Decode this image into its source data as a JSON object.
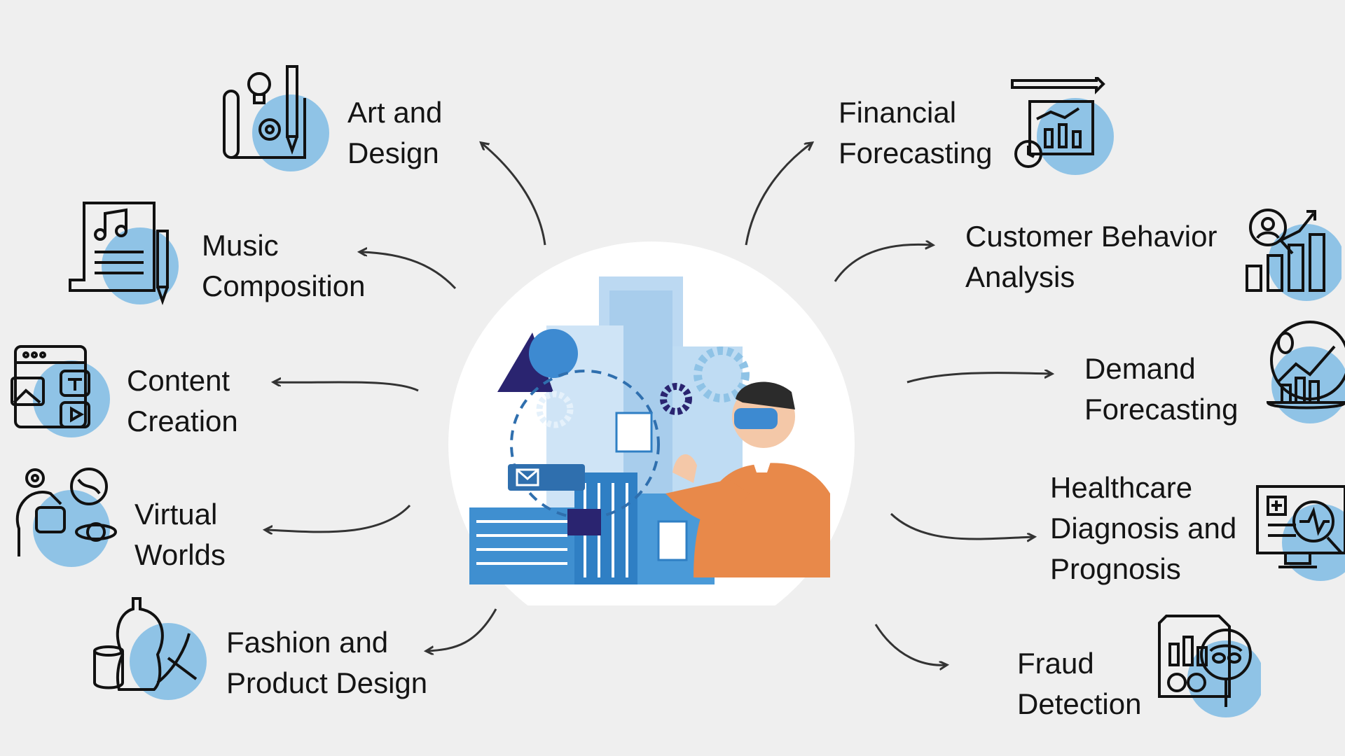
{
  "items": [
    {
      "id": "art",
      "lines": [
        "Art and",
        "Design"
      ],
      "icon": "art-design-icon"
    },
    {
      "id": "music",
      "lines": [
        "Music",
        "Composition"
      ],
      "icon": "music-sheet-icon"
    },
    {
      "id": "content",
      "lines": [
        "Content",
        "Creation"
      ],
      "icon": "content-media-icon"
    },
    {
      "id": "virtual",
      "lines": [
        "Virtual",
        "Worlds"
      ],
      "icon": "vr-headset-icon"
    },
    {
      "id": "fashion",
      "lines": [
        "Fashion and",
        "Product Design"
      ],
      "icon": "fashion-mannequin-icon"
    },
    {
      "id": "financial",
      "lines": [
        "Financial",
        "Forecasting"
      ],
      "icon": "financial-chart-icon"
    },
    {
      "id": "customer",
      "lines": [
        "Customer Behavior",
        "Analysis"
      ],
      "icon": "customer-analytics-icon"
    },
    {
      "id": "demand",
      "lines": [
        "Demand",
        "Forecasting"
      ],
      "icon": "demand-forecast-icon"
    },
    {
      "id": "healthcare",
      "lines": [
        "Healthcare",
        "Diagnosis and",
        "Prognosis"
      ],
      "icon": "healthcare-monitor-icon"
    },
    {
      "id": "fraud",
      "lines": [
        "Fraud",
        "Detection"
      ],
      "icon": "fraud-detection-icon"
    }
  ],
  "colors": {
    "accent": "#8fc3e6",
    "dark": "#111111",
    "background": "#efefef",
    "orange": "#e8894a",
    "navy": "#1e1c5a"
  }
}
